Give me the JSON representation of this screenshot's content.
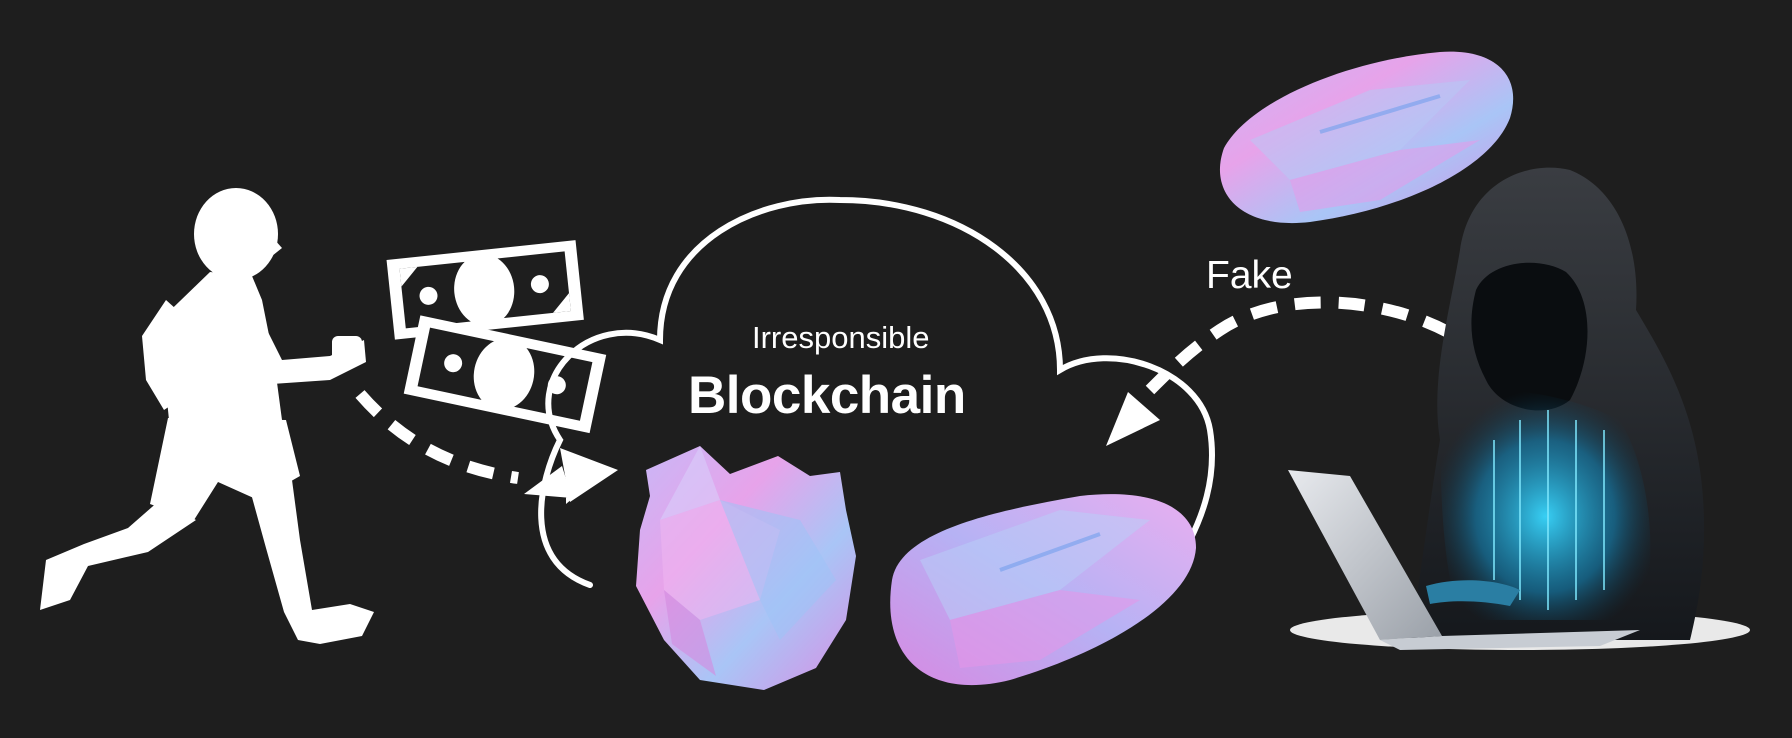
{
  "cloud": {
    "label_small": "Irresponsible",
    "label_big": "Blockchain"
  },
  "arrow_fake": {
    "label": "Fake"
  },
  "colors": {
    "background": "#1e1e1e",
    "foreground": "#ffffff",
    "gem_pink": "#e48fe6",
    "gem_lilac": "#b9a6f2",
    "gem_blue": "#8fb8f5",
    "hacker_glow": "#2fd2ff"
  },
  "icons": {
    "child": "running-child-silhouette-icon",
    "money": "banknote-icon",
    "gem": "crystal-gem-icon",
    "hacker": "hooded-hacker-icon",
    "laptop": "laptop-icon"
  }
}
